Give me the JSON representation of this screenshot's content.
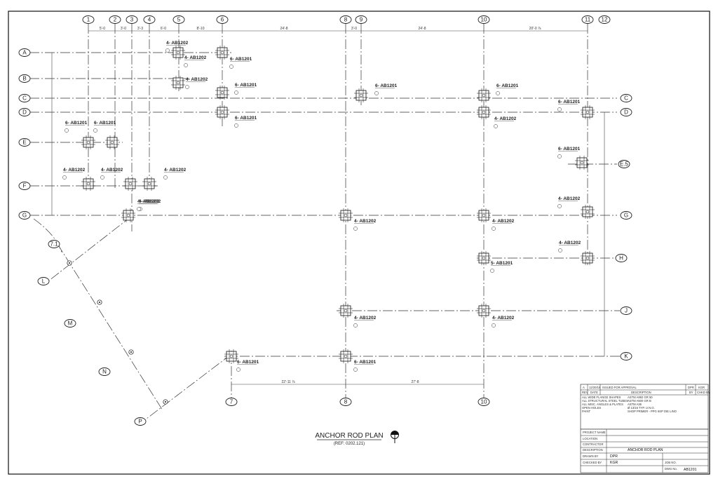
{
  "drawing": {
    "title": "ANCHOR ROD PLAN",
    "reference": "(REF: 0202.121)"
  },
  "grid": {
    "columns": [
      "1",
      "2",
      "3",
      "4",
      "5",
      "6",
      "8",
      "9",
      "10",
      "11",
      "12"
    ],
    "bottom_columns": [
      "7",
      "8",
      "10"
    ],
    "rows": [
      "A",
      "B",
      "C",
      "D",
      "E",
      "F",
      "G"
    ],
    "right_rows": [
      "C",
      "D",
      "E.5",
      "G",
      "H",
      "J",
      "K"
    ],
    "radial_lines": [
      "7.1",
      "L",
      "M",
      "N",
      "P"
    ]
  },
  "dimensions": {
    "top": [
      "5'-0",
      "3'-0",
      "3'-3",
      "6'-0",
      "8'-10",
      "24'-8",
      "3'-0",
      "24'-8",
      "20'-0 ⅞"
    ],
    "bottom": [
      "22'-11 ⅞",
      "27'-8"
    ]
  },
  "callouts": [
    {
      "label": "4- AB1202"
    },
    {
      "label": "6- AB1201"
    },
    {
      "label": "4- AB1202"
    },
    {
      "label": "6- AB1201"
    },
    {
      "label": "6- AB1201"
    },
    {
      "label": "6- AB1201"
    },
    {
      "label": "6- AB1201"
    },
    {
      "label": "4- AB1202"
    },
    {
      "label": "6- AB1201"
    },
    {
      "label": "6- AB1201"
    },
    {
      "label": "4- AB1202"
    },
    {
      "label": "4- AB1202"
    },
    {
      "label": "4- AB1202"
    },
    {
      "label": "6- AB1201"
    },
    {
      "label": "6- AB1201"
    },
    {
      "label": "4- AB1202"
    },
    {
      "label": "4- AB1202"
    },
    {
      "label": "4- AB1202"
    },
    {
      "label": "4- AB1202"
    },
    {
      "label": "5- AB1201"
    },
    {
      "label": "4- AB1202"
    },
    {
      "label": "4- AB1202"
    },
    {
      "label": "4- AB1202"
    },
    {
      "label": "6- AB1201"
    },
    {
      "label": "6- AB1201"
    },
    {
      "label": "4- AB1202"
    },
    {
      "label": "4- AB1202"
    }
  ],
  "revisions": {
    "row": {
      "rev": "A",
      "date": "12/20/16",
      "description": "ISSUED FOR APPROVAL",
      "drn": "DPR",
      "chk": "KGR"
    },
    "header": {
      "rev": "REV",
      "date": "DATE",
      "description": "DESCRIPTION",
      "by": "BY",
      "checked": "CHKD BY"
    }
  },
  "general_notes": [
    [
      "ALL WIDE FLANGE SHAPES",
      "ASTM A992 GR 50"
    ],
    [
      "ALL STRUCTURAL STEEL TUBES",
      "ASTM A500 GR B"
    ],
    [
      "ALL MISC. ANGLES & PLATES",
      "ASTM A36"
    ],
    [
      "OPEN HOLES",
      "Ø 13/16 TYP. U.N.O."
    ],
    [
      "PAINT",
      "SHOP PRIMER - PPG 6SP DIE LINO"
    ]
  ],
  "title_block": {
    "project_name_label": "PROJECT NAME",
    "location_label": "LOCATION",
    "contractor_label": "CONTRACTOR",
    "description_label": "DESCRIPTION",
    "description": "ANCHOR ROD PLAN",
    "drawn_by_label": "DRAWN BY",
    "drawn_by": "DPR",
    "checked_by_label": "CHECKED BY",
    "checked_by": "KGR",
    "job_no_label": "JOB NO.",
    "dwg_no_label": "DWG No.",
    "dwg_no": "AB1201"
  }
}
